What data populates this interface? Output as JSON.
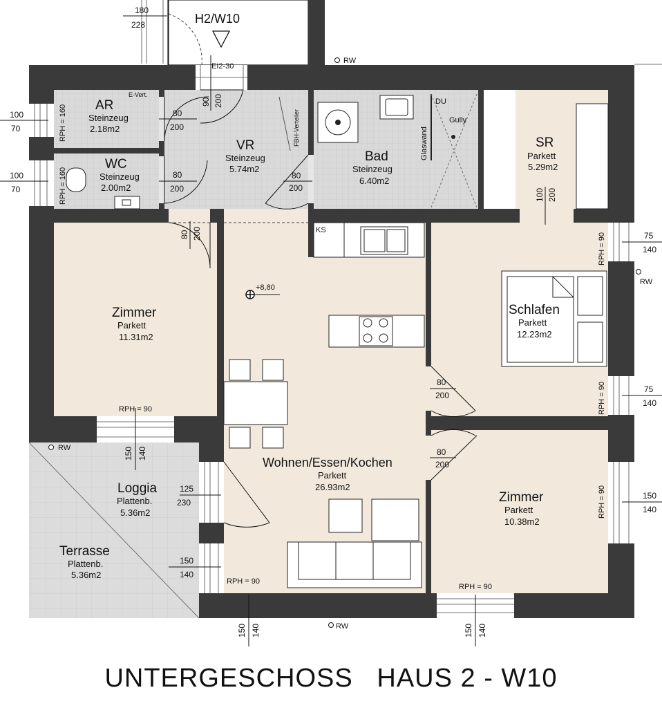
{
  "title": "UNTERGESCHOSS   HAUS 2 - W10",
  "unit_label": "H2/W10",
  "entrance": {
    "label": "EI2-30",
    "dim_top": "180",
    "dim_bottom": "228"
  },
  "rooms": {
    "ar": {
      "name": "AR",
      "material": "Steinzeug",
      "area": "2.18m2",
      "rph": "RPH = 160",
      "extra": "E-Vert."
    },
    "wc": {
      "name": "WC",
      "material": "Steinzeug",
      "area": "2.00m2",
      "rph": "RPH = 160"
    },
    "vr": {
      "name": "VR",
      "material": "Steinzeug",
      "area": "5.74m2",
      "extra": "FBH-Verteiler"
    },
    "bad": {
      "name": "Bad",
      "material": "Steinzeug",
      "area": "6.40m2",
      "du": "DU",
      "gully": "Gully",
      "glaswand": "Glaswand"
    },
    "sr": {
      "name": "SR",
      "material": "Parkett",
      "area": "5.29m2"
    },
    "zimmer1": {
      "name": "Zimmer",
      "material": "Parkett",
      "area": "11.31m2",
      "rph": "RPH = 90"
    },
    "wohnen": {
      "name": "Wohnen/Essen/Kochen",
      "material": "Parkett",
      "area": "26.93m2",
      "rph": "RPH = 90",
      "ks": "KS",
      "level": "+8,80"
    },
    "schlafen": {
      "name": "Schlafen",
      "material": "Parkett",
      "area": "12.23m2",
      "rph1": "RPH = 90",
      "rph2": "RPH = 90"
    },
    "zimmer2": {
      "name": "Zimmer",
      "material": "Parkett",
      "area": "10.38m2",
      "rph1": "RPH = 90",
      "rph2": "RPH = 90"
    },
    "loggia": {
      "name": "Loggia",
      "material": "Plattenb.",
      "area": "5.36m2"
    },
    "terrasse": {
      "name": "Terrasse",
      "material": "Plattenb.",
      "area": "5.36m2"
    }
  },
  "rw": "RW",
  "dims": {
    "ar_win": [
      "100",
      "70"
    ],
    "wc_win": [
      "100",
      "70"
    ],
    "ar_door": [
      "80",
      "200"
    ],
    "wc_door": [
      "80",
      "200"
    ],
    "entry_door": [
      "90",
      "200"
    ],
    "bad_door": [
      "80",
      "200"
    ],
    "sr_door": [
      "100",
      "200"
    ],
    "zimmer1_door": [
      "80",
      "200"
    ],
    "schlafen_door": [
      "80",
      "200"
    ],
    "zimmer2_door": [
      "80",
      "200"
    ],
    "schlafen_win1": [
      "75",
      "140"
    ],
    "schlafen_win2": [
      "75",
      "140"
    ],
    "zimmer2_win": [
      "150",
      "140"
    ],
    "zimmer1_win": [
      "150",
      "140"
    ],
    "loggia_door": [
      "125",
      "230"
    ],
    "terrasse_door": [
      "150",
      "140"
    ],
    "wohnen_win": [
      "150",
      "140"
    ],
    "zimmer2_bottom_win": [
      "150",
      "140"
    ]
  }
}
